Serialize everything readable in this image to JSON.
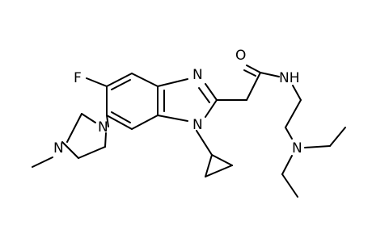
{
  "molecule": {
    "atoms": [
      {
        "id": "F",
        "label": "F"
      },
      {
        "id": "N_imine",
        "label": "N"
      },
      {
        "id": "O",
        "label": "O"
      },
      {
        "id": "NH",
        "label": "NH"
      },
      {
        "id": "N1",
        "label": "N"
      },
      {
        "id": "N_pip4",
        "label": "N"
      },
      {
        "id": "N_pip1",
        "label": "N"
      },
      {
        "id": "N_amine",
        "label": "N"
      }
    ],
    "colors": {
      "bond": "#000000",
      "label": "#000000",
      "background": "#ffffff"
    }
  }
}
